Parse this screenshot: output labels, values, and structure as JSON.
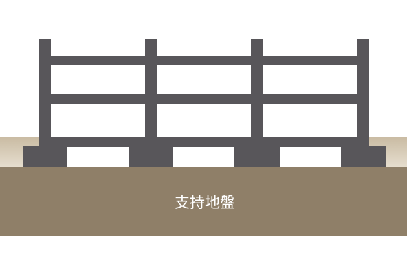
{
  "diagram": {
    "ground_label": "支持地盤",
    "colors": {
      "background": "#ffffff",
      "surface_soil_top": "#c9bba2",
      "surface_soil_bottom": "#e7dfd0",
      "bearing_ground": "#8f7f68",
      "structure": "#58565a",
      "label": "#ffffff"
    },
    "structure": {
      "columns": 4,
      "floor_beams": 3,
      "footings": 4
    }
  }
}
